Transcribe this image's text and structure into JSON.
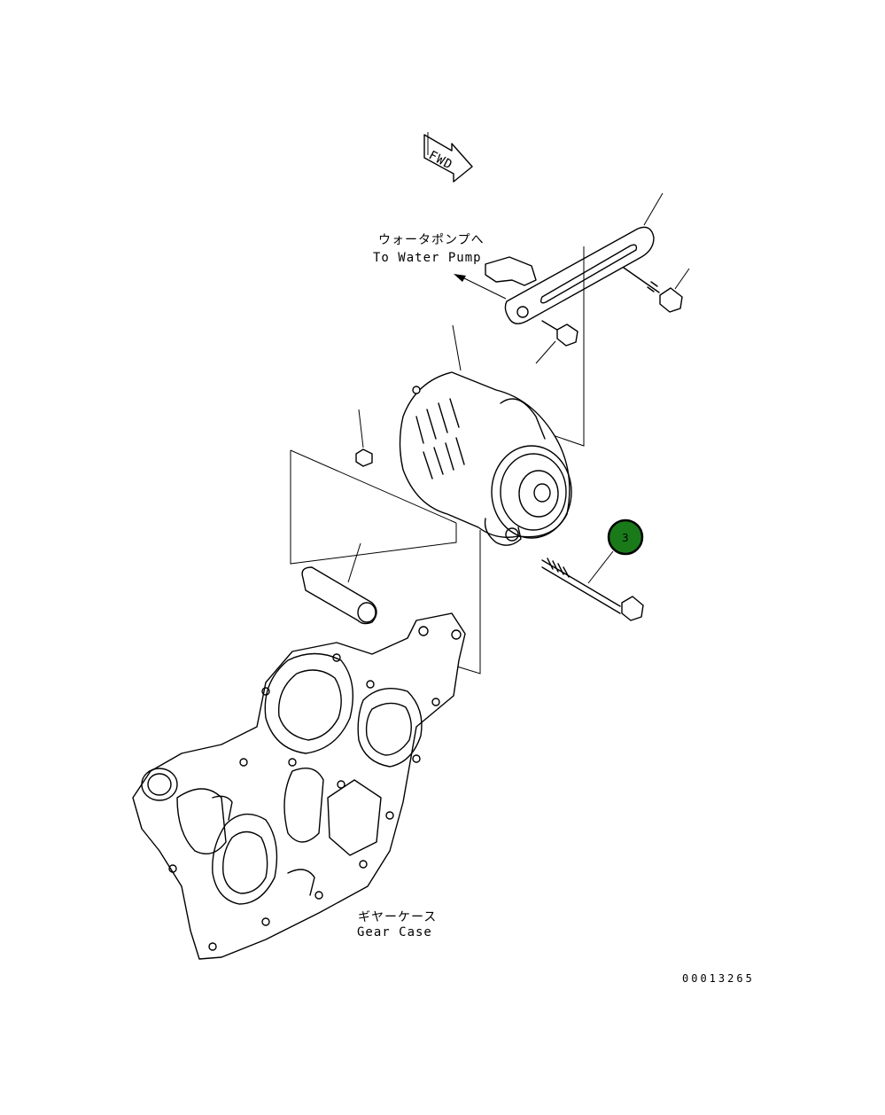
{
  "fwd_label": "FWD",
  "callouts": {
    "water_pump_jp": "ウォータポンプへ",
    "water_pump_en": "To Water Pump",
    "gear_case_jp": "ギヤーケース",
    "gear_case_en": "Gear Case"
  },
  "badge": {
    "number": "3",
    "color": "#1a7a1a",
    "ring": "#000000"
  },
  "drawing_number": "00013265"
}
